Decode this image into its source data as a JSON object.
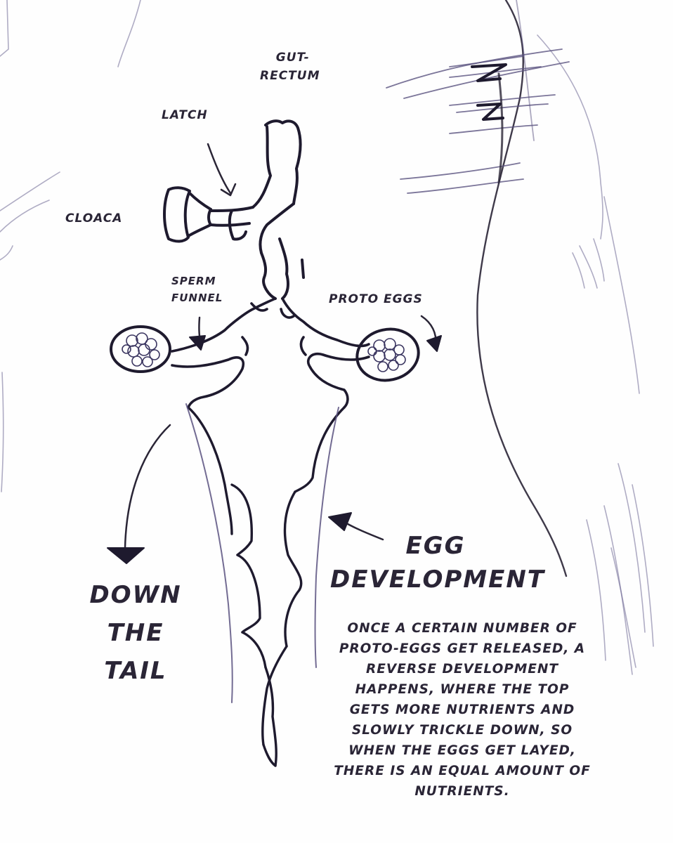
{
  "diagram": {
    "type": "hand-drawn anatomical sketch",
    "ink_color": "#2a2536",
    "sketch_color": "#5a5280",
    "background": "#fefefe"
  },
  "labels": {
    "gut_rectum": [
      "GUT-",
      "RECTUM"
    ],
    "latch": "LATCH",
    "cloaca": "CLOACA",
    "sperm_funnel": [
      "SPERM",
      "FUNNEL"
    ],
    "proto_eggs": "PROTO EGGS",
    "down_the_tail": [
      "DOWN",
      "THE",
      "TAIL"
    ],
    "egg_development": [
      "EGG",
      "DEVELOPMENT"
    ]
  },
  "description": {
    "lines": [
      "ONCE A CERTAIN NUMBER OF",
      "PROTO-EGGS GET RELEASED, A",
      "REVERSE DEVELOPMENT",
      "HAPPENS, WHERE THE TOP",
      "GETS MORE NUTRIENTS AND",
      "SLOWLY TRICKLE DOWN, SO",
      "WHEN THE EGGS GET LAYED,",
      "THERE IS AN EQUAL AMOUNT OF",
      "NUTRIENTS."
    ]
  },
  "icons": {
    "arrow_latch": "arrow-down-right-icon",
    "arrow_sperm_funnel": "arrow-down-icon",
    "arrow_proto_eggs": "arrow-curved-down-icon",
    "arrow_tail": "arrow-curved-down-icon",
    "arrow_egg_development": "arrow-up-left-icon"
  }
}
